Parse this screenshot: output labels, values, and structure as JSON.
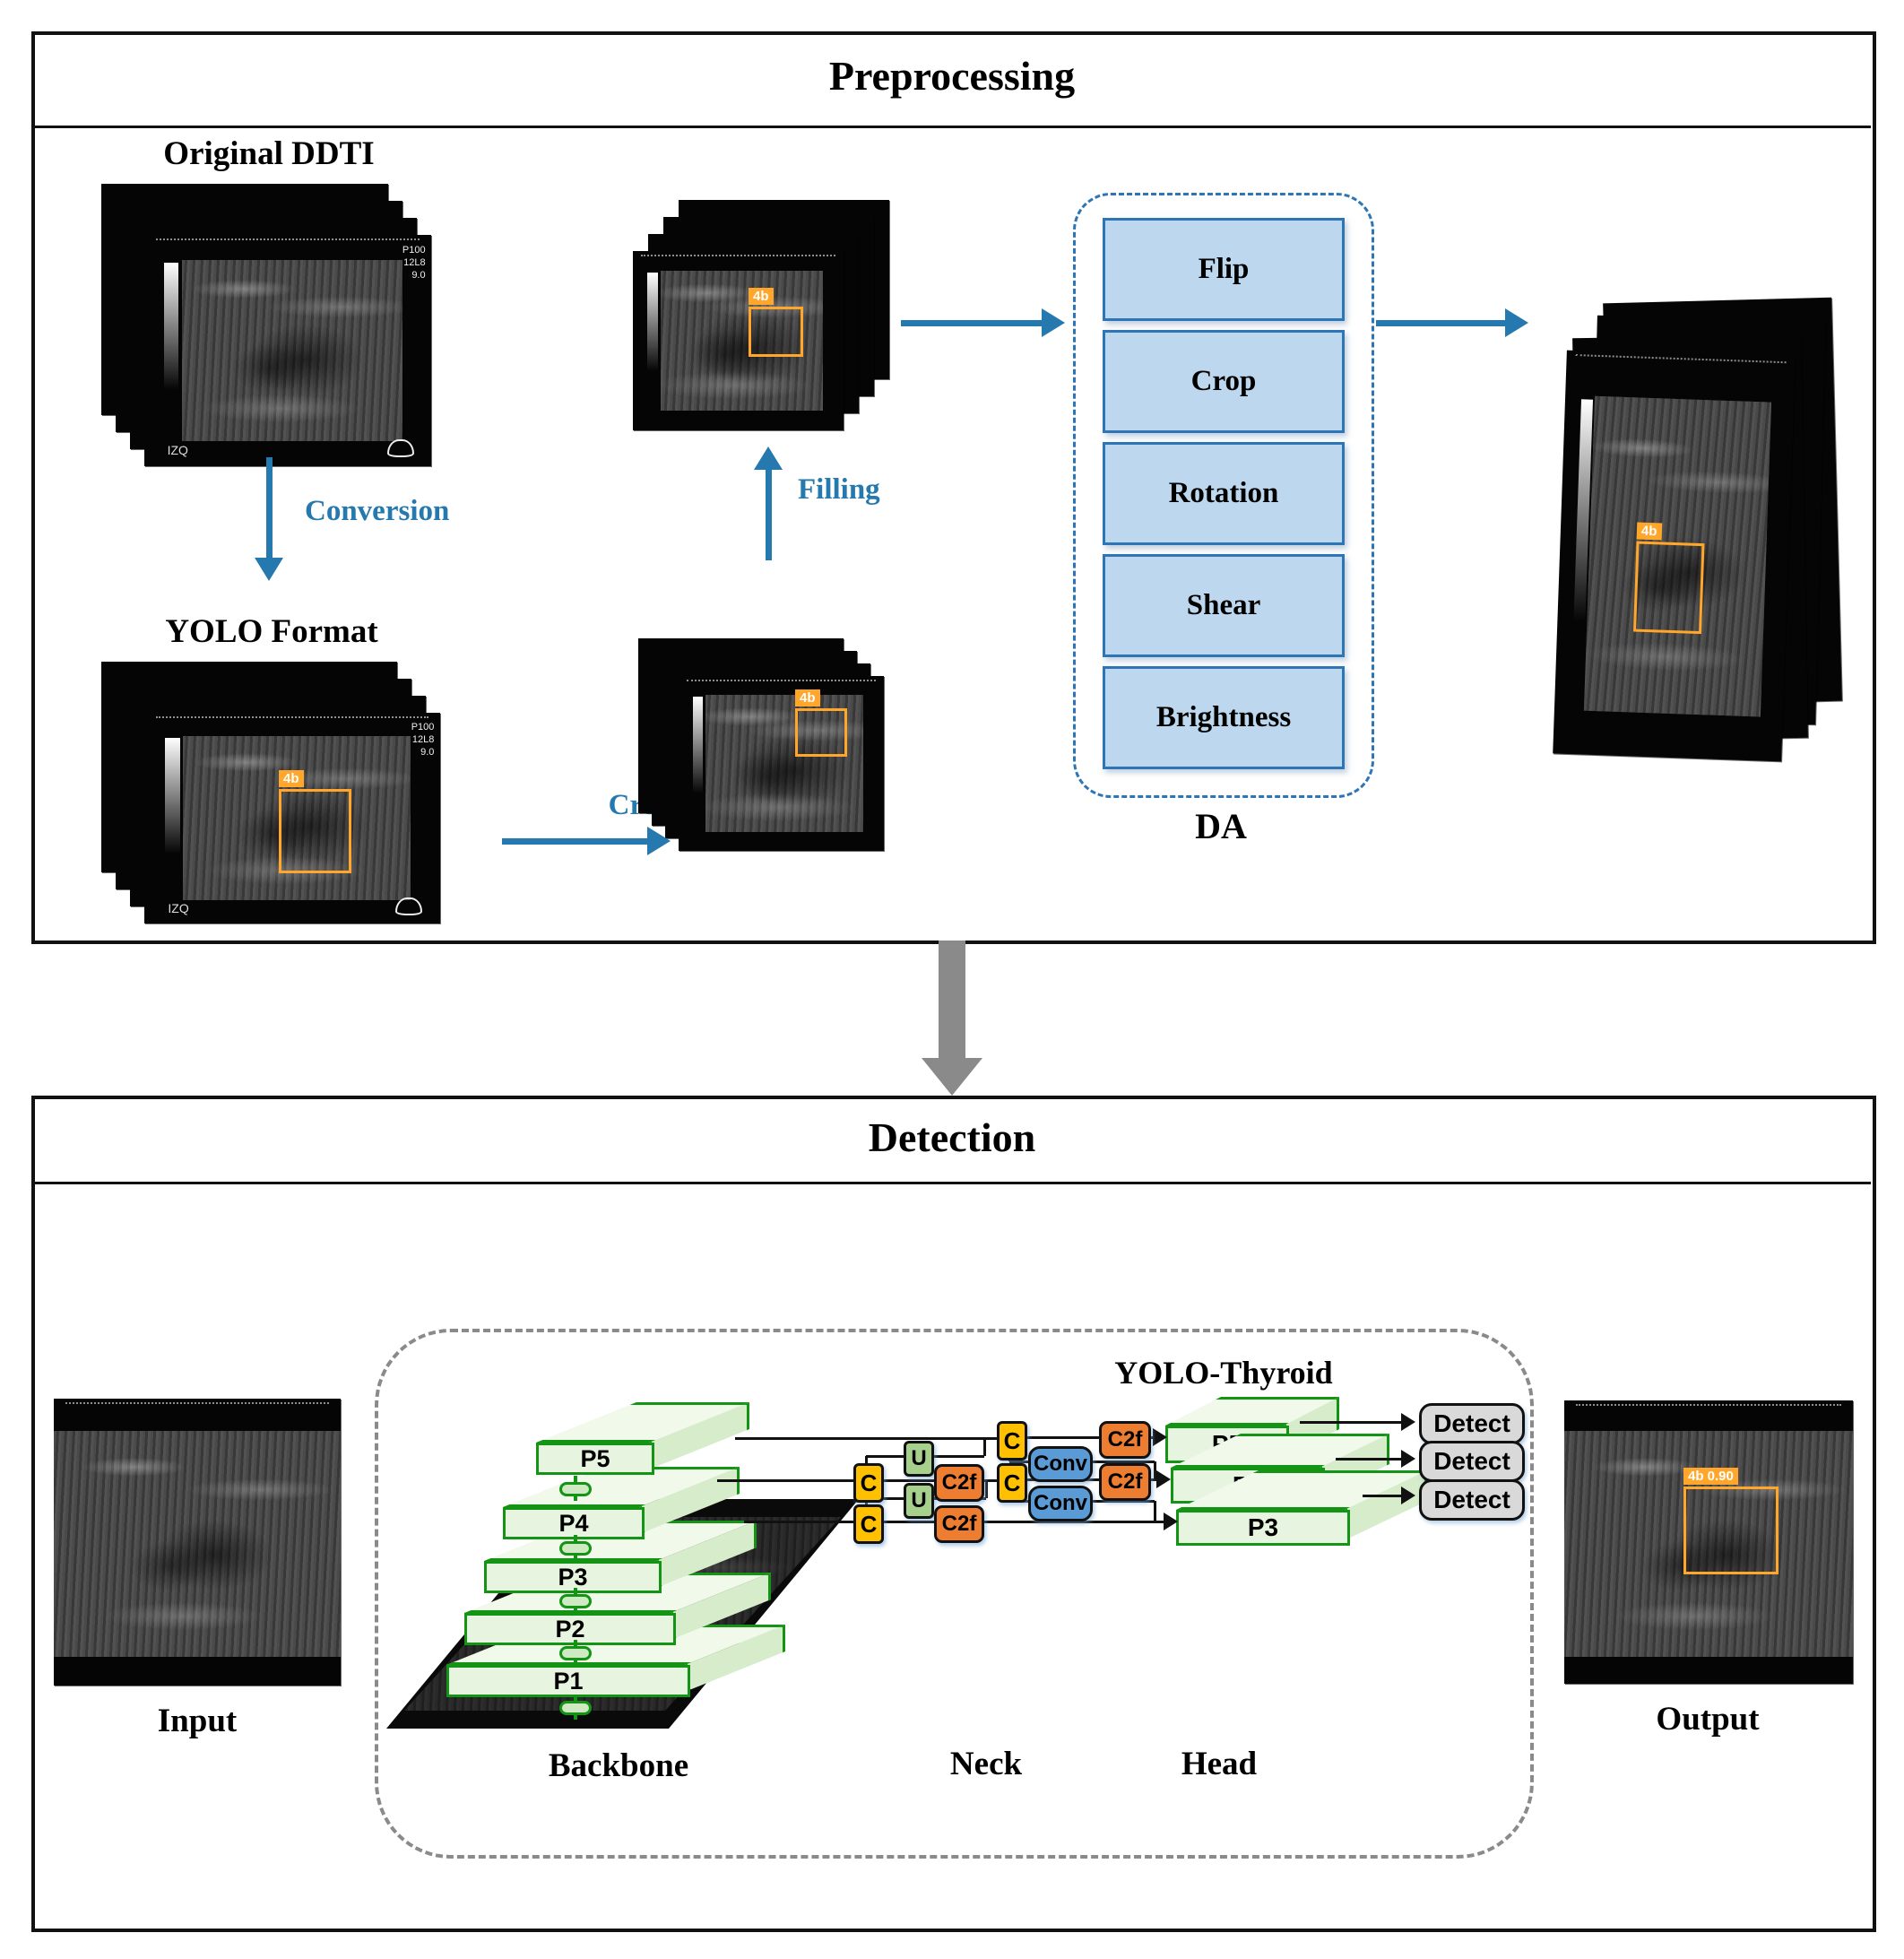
{
  "colors": {
    "flow_blue": "#2579ae",
    "da_fill": "#bdd7ee",
    "da_border": "#2e75b6",
    "backbone_green": "#149414",
    "backbone_fill": "#e7f4e0",
    "concat_yellow": "#ffc000",
    "upsample_green": "#a8d08d",
    "c2f_orange": "#ed7d31",
    "conv_blue": "#5b9bd5",
    "detect_gray": "#d9d9d9",
    "bbox_orange": "#ffa62b",
    "gray_arrow": "#8a8a8a"
  },
  "preprocessing": {
    "title": "Preprocessing",
    "original_label": "Original DDTI",
    "yolo_label": "YOLO Format",
    "conversion_label": "Conversion",
    "crop_label": "Crop",
    "filling_label": "Filling",
    "da_label": "DA",
    "da_ops": [
      "Flip",
      "Crop",
      "Rotation",
      "Shear",
      "Brightness"
    ],
    "bbox_label": "4b",
    "device_text": {
      "izq": "IZQ",
      "readings": [
        "P100",
        "12L8",
        "9.0"
      ]
    }
  },
  "detection": {
    "title": "Detection",
    "model_label": "YOLO-Thyroid",
    "input_label": "Input",
    "output_label": "Output",
    "output_bbox_label": "4b 0.90",
    "backbone_label": "Backbone",
    "neck_label": "Neck",
    "head_label": "Head",
    "backbone_layers": [
      "P5",
      "P4",
      "P3",
      "P2",
      "P1"
    ],
    "head_layers": [
      "P5",
      "P4",
      "P3"
    ],
    "detect_label": "Detect",
    "node_labels": {
      "concat": "C",
      "upsample": "U",
      "c2f": "C2f",
      "conv": "Conv"
    }
  }
}
